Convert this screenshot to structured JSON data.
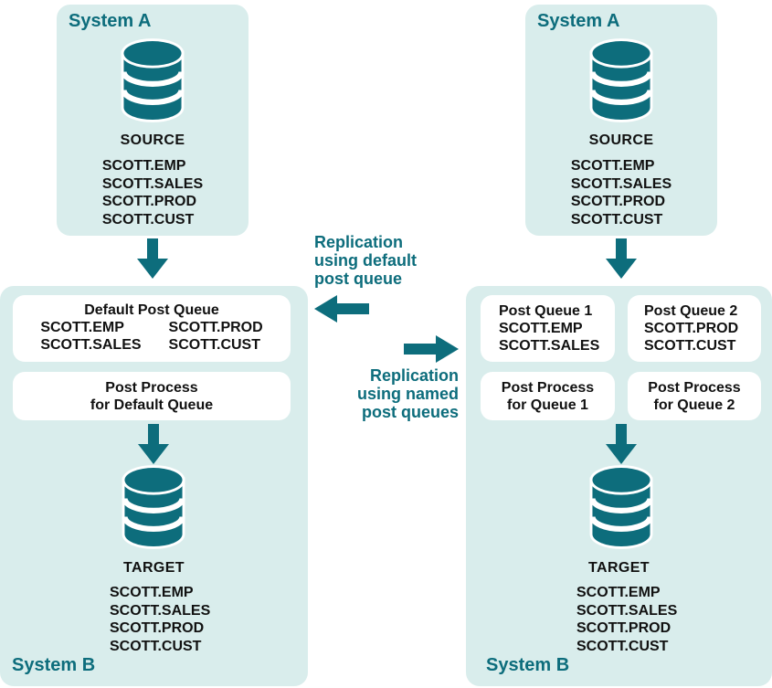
{
  "colors": {
    "teal": "#0D6D7C",
    "panel_background": "#D9EDEC",
    "box_background": "#FFFFFF",
    "text": "#111111"
  },
  "middle": {
    "label_default": "Replication\nusing default\npost queue",
    "label_named": "Replication\nusing named\npost queues"
  },
  "left": {
    "system_a": {
      "title": "System A",
      "db_label": "SOURCE",
      "tables": [
        "SCOTT.EMP",
        "SCOTT.SALES",
        "SCOTT.PROD",
        "SCOTT.CUST"
      ]
    },
    "system_b": {
      "title": "System B",
      "queue_box": {
        "title": "Default Post Queue",
        "col1": [
          "SCOTT.EMP",
          "SCOTT.SALES"
        ],
        "col2": [
          "SCOTT.PROD",
          "SCOTT.CUST"
        ]
      },
      "process_box": "Post Process\nfor Default Queue",
      "db_label": "TARGET",
      "tables": [
        "SCOTT.EMP",
        "SCOTT.SALES",
        "SCOTT.PROD",
        "SCOTT.CUST"
      ]
    }
  },
  "right": {
    "system_a": {
      "title": "System A",
      "db_label": "SOURCE",
      "tables": [
        "SCOTT.EMP",
        "SCOTT.SALES",
        "SCOTT.PROD",
        "SCOTT.CUST"
      ]
    },
    "system_b": {
      "title": "System B",
      "queue_box_1": {
        "title": "Post Queue 1",
        "tables": [
          "SCOTT.EMP",
          "SCOTT.SALES"
        ]
      },
      "queue_box_2": {
        "title": "Post Queue 2",
        "tables": [
          "SCOTT.PROD",
          "SCOTT.CUST"
        ]
      },
      "process_box_1": "Post Process\nfor Queue 1",
      "process_box_2": "Post Process\nfor Queue 2",
      "db_label": "TARGET",
      "tables": [
        "SCOTT.EMP",
        "SCOTT.SALES",
        "SCOTT.PROD",
        "SCOTT.CUST"
      ]
    }
  }
}
